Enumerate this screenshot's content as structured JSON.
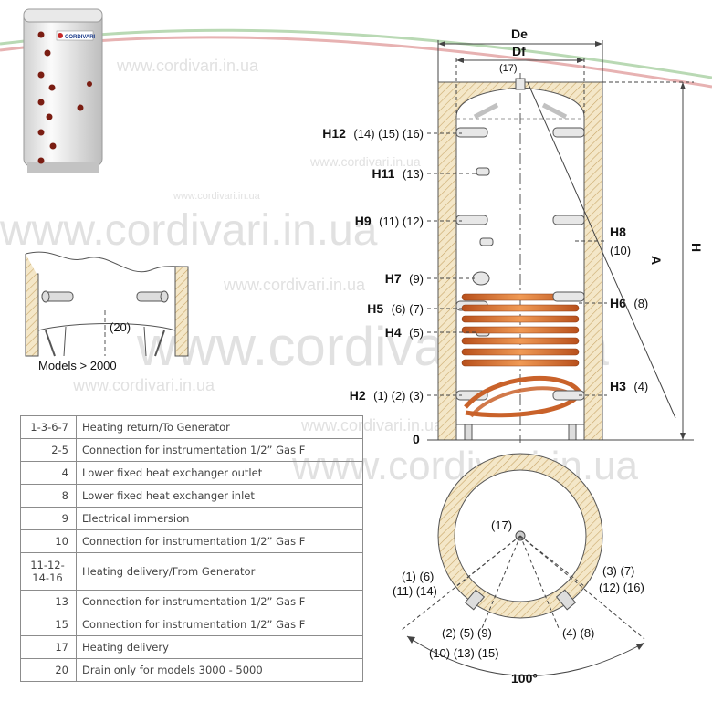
{
  "watermark": "www.cordivari.in.ua",
  "product_photo": {
    "brand": "CORDIVARI"
  },
  "detail": {
    "drain_label": "(20)",
    "caption": "Models > 2000"
  },
  "dimensions": {
    "de": "De",
    "df": "Df",
    "top_conn": "(17)",
    "zero": "0",
    "a": "A",
    "h": "H"
  },
  "connections_left": [
    {
      "code": "H12",
      "refs": "(14) (15) (16)"
    },
    {
      "code": "H11",
      "refs": "(13)"
    },
    {
      "code": "H9",
      "refs": "(11) (12)"
    },
    {
      "code": "H7",
      "refs": "(9)"
    },
    {
      "code": "H5",
      "refs": "(6) (7)"
    },
    {
      "code": "H4",
      "refs": "(5)"
    },
    {
      "code": "H2",
      "refs": "(1) (2) (3)"
    }
  ],
  "connections_right": [
    {
      "code": "H8",
      "refs": "(10)"
    },
    {
      "code": "H6",
      "refs": "(8)"
    },
    {
      "code": "H3",
      "refs": "(4)"
    }
  ],
  "plan_view": {
    "center": "(17)",
    "left_upper": "(1) (6)",
    "left_lower": "(11) (14)",
    "right_upper": "(3) (7)",
    "right_lower": "(12) (16)",
    "bottom_left_upper": "(2) (5) (9)",
    "bottom_left_lower": "(10) (13) (15)",
    "bottom_right": "(4) (8)",
    "angle": "100°"
  },
  "legend": [
    {
      "code": "1-3-6-7",
      "desc": "Heating return/To Generator"
    },
    {
      "code": "2-5",
      "desc": "Connection for instrumentation 1/2” Gas F"
    },
    {
      "code": "4",
      "desc": "Lower fixed heat exchanger outlet"
    },
    {
      "code": "8",
      "desc": "Lower fixed heat exchanger inlet"
    },
    {
      "code": "9",
      "desc": "Electrical immersion"
    },
    {
      "code": "10",
      "desc": "Connection for instrumentation 1/2” Gas F"
    },
    {
      "code": "11-12-14-16",
      "desc": "Heating delivery/From Generator"
    },
    {
      "code": "13",
      "desc": "Connection for instrumentation 1/2” Gas F"
    },
    {
      "code": "15",
      "desc": "Connection for instrumentation 1/2” Gas F"
    },
    {
      "code": "17",
      "desc": "Heating delivery"
    },
    {
      "code": "20",
      "desc": "Drain only for models 3000 - 5000"
    }
  ]
}
